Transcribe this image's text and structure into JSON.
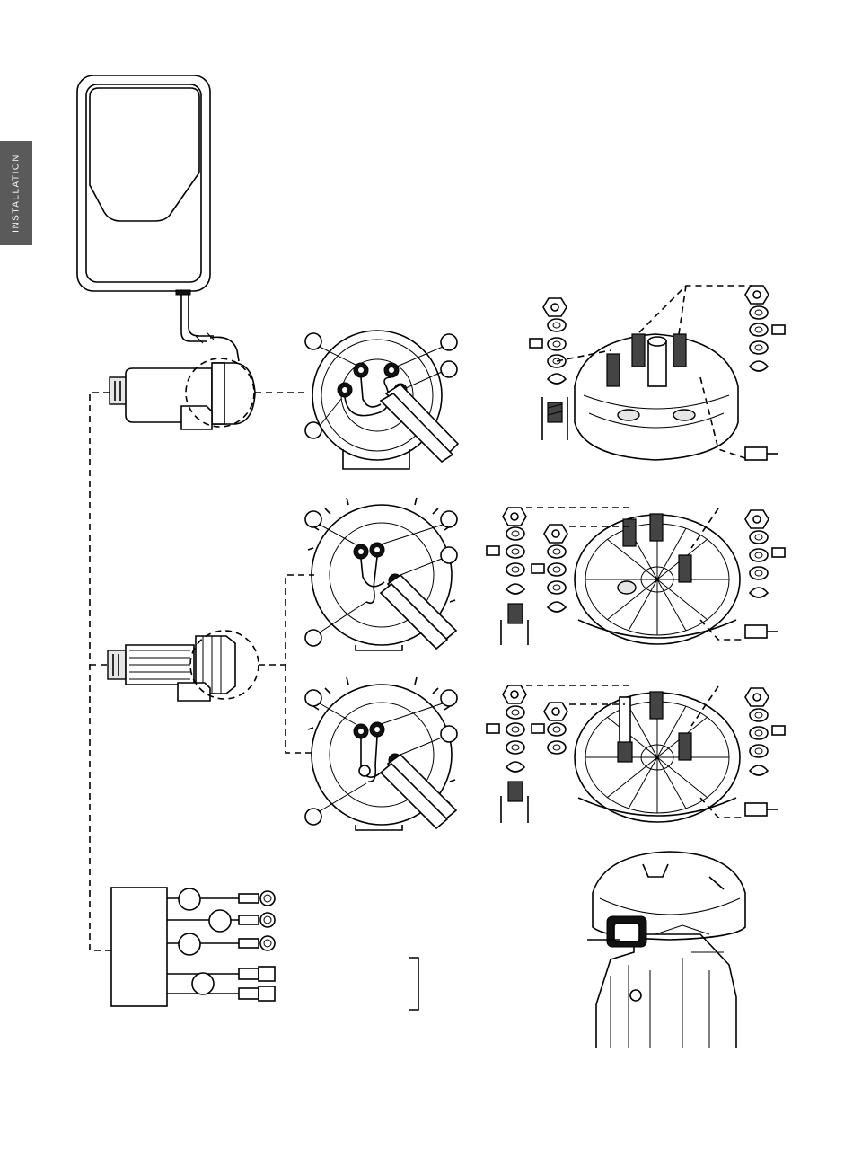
{
  "side_tab": {
    "label": "INSTALLATION",
    "color": "#5a5a5a",
    "text_color": "#ffffff"
  },
  "diagram": {
    "line_color": "#000000",
    "components": [
      "control-box",
      "cell-type-a",
      "cell-type-b",
      "junction-box",
      "cell-terminal-view",
      "hardware-stack",
      "cable-connector-closeup"
    ]
  }
}
